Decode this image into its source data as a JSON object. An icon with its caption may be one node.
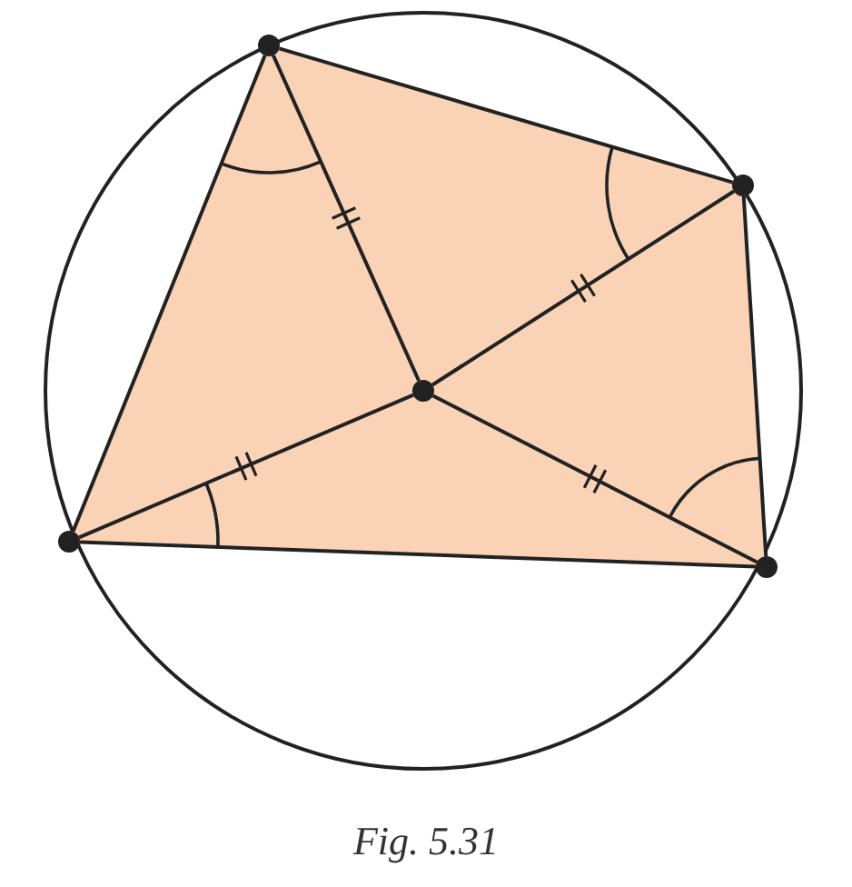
{
  "diagram": {
    "caption": "Fig. 5.31",
    "nodes": [
      {
        "text": [],
        "shape": "circle"
      },
      {
        "text": [],
        "shape": "circle"
      },
      {
        "text": [],
        "shape": "circle"
      },
      {
        "text": [],
        "shape": "circle"
      },
      {
        "text": [],
        "shape": "circle"
      }
    ],
    "edges": [
      {
        "from": 0,
        "to": 1,
        "arrow": "none"
      },
      {
        "from": 1,
        "to": 4,
        "arrow": "none"
      },
      {
        "from": 4,
        "to": 3,
        "arrow": "none"
      },
      {
        "from": 3,
        "to": 0,
        "arrow": "none"
      },
      {
        "from": 2,
        "to": 0,
        "arrow": "none"
      },
      {
        "from": 2,
        "to": 1,
        "arrow": "none"
      },
      {
        "from": 2,
        "to": 3,
        "arrow": "none"
      },
      {
        "from": 2,
        "to": 4,
        "arrow": "none"
      }
    ]
  }
}
